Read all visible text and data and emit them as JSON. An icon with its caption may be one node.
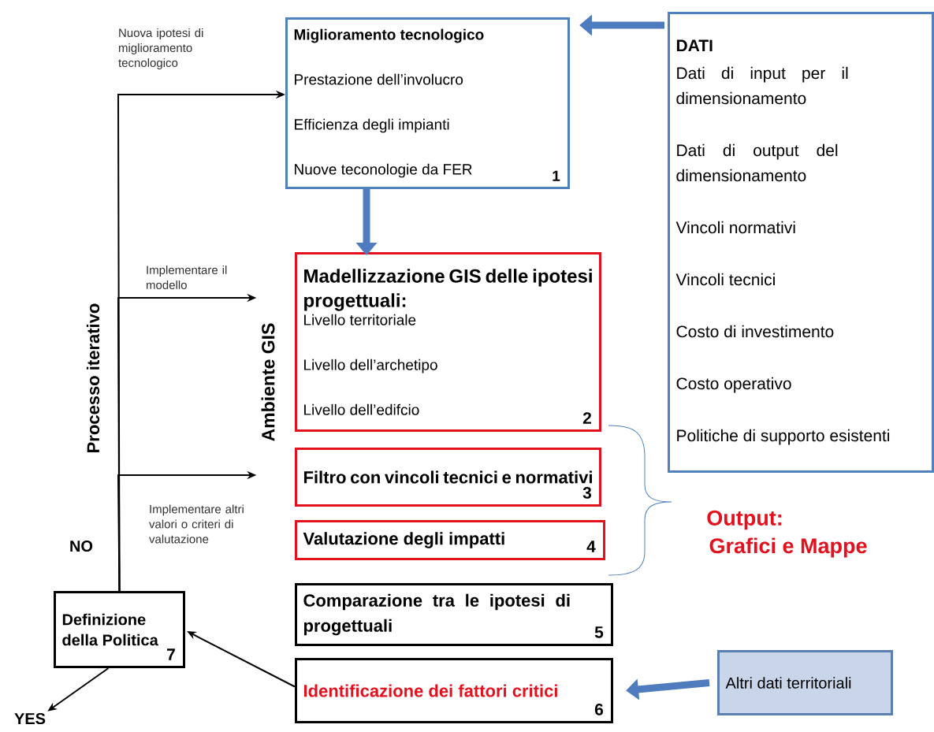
{
  "diagram": {
    "nodes": [
      {
        "text": [
          "Miglioramento tecnologico",
          "Prestazione dell’involucro",
          "Efficienza degli impianti",
          "Nuove teconologie da FER",
          "1"
        ]
      },
      {
        "text": [
          "DATI",
          "Dati di input per il dimensionamento",
          "Dati di output del dimensionamento",
          "Vincoli normativi",
          "Vincoli tecnici",
          "Costo di investimento",
          "Costo operativo",
          "Politiche di supporto esistenti"
        ]
      },
      {
        "text": [
          "Madellizzazione GIS delle ipotesi progettuali:",
          "Livello territoriale",
          "Livello dell’archetipo",
          "Livello dell’edifcio",
          "2"
        ]
      },
      {
        "text": [
          "Filtro con vincoli tecnici e normativi",
          "3"
        ]
      },
      {
        "text": [
          "Valutazione degli impatti",
          "4"
        ]
      },
      {
        "text": [
          "Comparazione tra le ipotesi di progettuali",
          "5"
        ]
      },
      {
        "text": [
          "Identificazione dei fattori critici",
          "6"
        ]
      },
      {
        "text": [
          "Altri dati territoriali"
        ]
      },
      {
        "text": [
          "Definizione della Politica",
          "7"
        ]
      },
      {
        "text": [
          "YES"
        ]
      },
      {
        "text": [
          "Ambiente GIS"
        ]
      }
    ],
    "edges": [
      {
        "from": 1,
        "to": 0,
        "arrow": "to",
        "style": "thick",
        "color": "#4f7bbf"
      },
      {
        "from": 8,
        "to": 0,
        "arrow": "to",
        "label": "Nuova ipotesi di miglioramento tecnologico"
      },
      {
        "from": 0,
        "to": 2,
        "arrow": "to",
        "style": "thick",
        "color": "#4f7bbf"
      },
      {
        "from": 8,
        "to": 10,
        "arrow": "to",
        "label": "Implementare il modello"
      },
      {
        "from": 8,
        "to": 10,
        "arrow": "to",
        "label": "Implementare altri valori o criteri di valutazione"
      },
      {
        "from": 6,
        "to": 8,
        "arrow": "to"
      },
      {
        "from": 8,
        "to": 9,
        "arrow": "to"
      },
      {
        "from": 7,
        "to": 6,
        "arrow": "to",
        "style": "thick",
        "color": "#4f7bbf"
      }
    ],
    "labels": [
      "Processo iterativo",
      "NO",
      "Output:",
      "Grafici e Mappe"
    ]
  }
}
